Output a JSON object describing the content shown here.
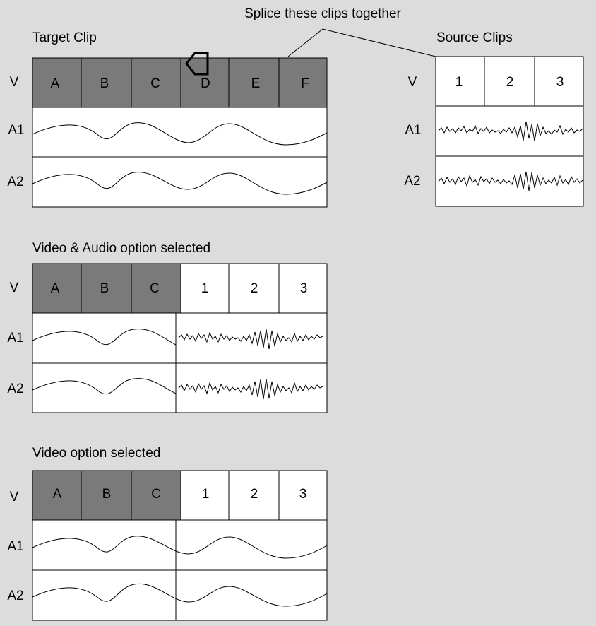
{
  "callout": {
    "text": "Splice these clips together"
  },
  "colors": {
    "background": "#dcdcdc",
    "target_cell": "#7a7a7a",
    "source_cell": "#ffffff",
    "stroke": "#000000"
  },
  "panels": {
    "target": {
      "title": "Target Clip",
      "track_labels": [
        "V",
        "A1",
        "A2"
      ],
      "video_cells": [
        "A",
        "B",
        "C",
        "D",
        "E",
        "F"
      ],
      "playhead_icon": "playhead-marker-icon"
    },
    "source": {
      "title": "Source Clips",
      "track_labels": [
        "V",
        "A1",
        "A2"
      ],
      "video_cells": [
        "1",
        "2",
        "3"
      ]
    },
    "video_audio": {
      "title": "Video & Audio option selected",
      "track_labels": [
        "V",
        "A1",
        "A2"
      ],
      "target_cells": [
        "A",
        "B",
        "C"
      ],
      "source_cells": [
        "1",
        "2",
        "3"
      ]
    },
    "video_only": {
      "title": "Video option selected",
      "track_labels": [
        "V",
        "A1",
        "A2"
      ],
      "target_cells": [
        "A",
        "B",
        "C"
      ],
      "source_cells": [
        "1",
        "2",
        "3"
      ]
    }
  }
}
